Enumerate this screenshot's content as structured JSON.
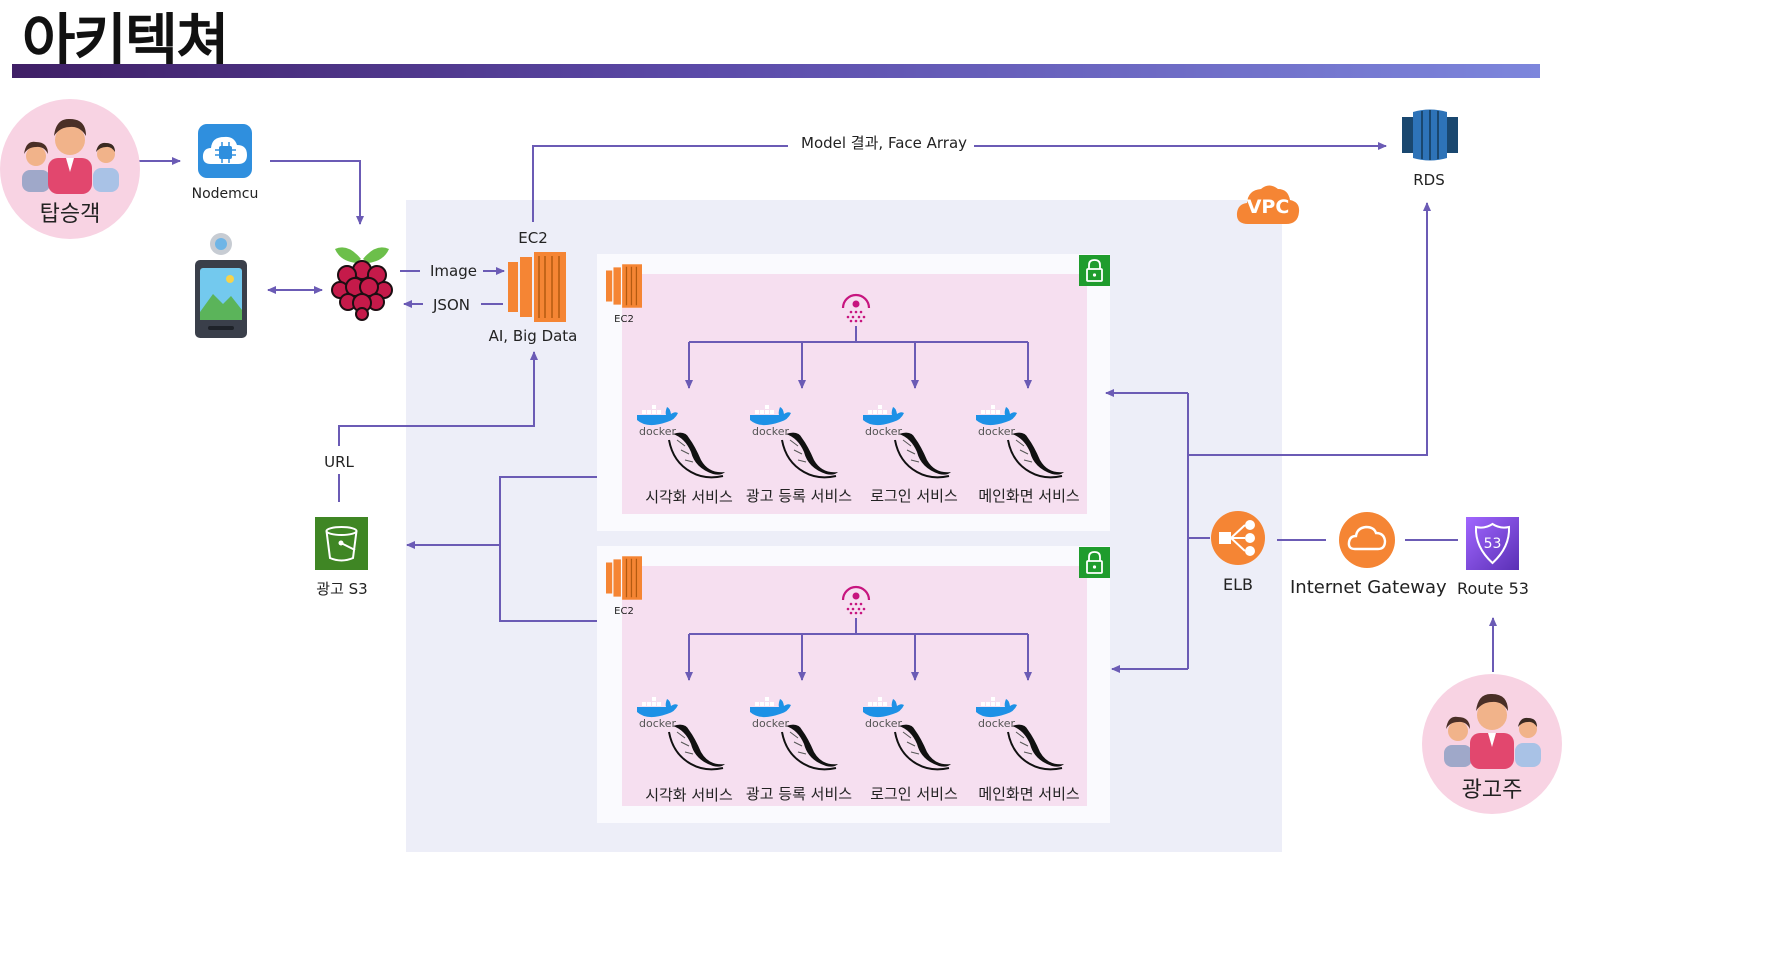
{
  "page": {
    "title": "아키텍쳐"
  },
  "actors": {
    "passenger": "탑승객",
    "advertiser": "광고주"
  },
  "devices": {
    "nodemcu": "Nodemcu"
  },
  "ai_server": {
    "top_label": "EC2",
    "bottom_label": "AI, Big Data",
    "image_arrow": "Image",
    "json_arrow": "JSON"
  },
  "edges": {
    "model_result": "Model 결과, Face Array",
    "url": "URL"
  },
  "storage": {
    "rds": "RDS",
    "s3": "광고 S3"
  },
  "vpc": {
    "badge": "VPC"
  },
  "clusters": [
    {
      "ec2_label": "EC2",
      "services": [
        "시각화 서비스",
        "광고 등록 서비스",
        "로그인 서비스",
        "메인화면 서비스"
      ]
    },
    {
      "ec2_label": "EC2",
      "services": [
        "시각화 서비스",
        "광고 등록 서비스",
        "로그인 서비스",
        "메인화면 서비스"
      ]
    }
  ],
  "docker_word": "docker",
  "network": {
    "elb": "ELB",
    "igw": "Internet Gateway",
    "route53": "Route 53",
    "route53_badge": "53"
  },
  "colors": {
    "arrow": "#6b5bb5",
    "aws_orange": "#f58534",
    "s3_green": "#3f8624",
    "route53_purple": "#8c4fff",
    "rds_blue": "#205b99",
    "nginx_pink": "#c7157f",
    "lock_green": "#1f9c2d"
  },
  "icons": {
    "passenger": "people-group-icon",
    "advertiser": "people-group-icon",
    "nodemcu": "cloud-chip-icon",
    "camera_display": "tablet-camera-icon",
    "raspberry": "raspberry-pi-icon",
    "ec2": "ec2-instance-icon",
    "s3": "s3-bucket-icon",
    "rds": "rds-database-icon",
    "elb": "load-balancer-icon",
    "igw": "cloud-gateway-icon",
    "route53": "route53-shield-icon",
    "lock": "lock-icon",
    "service": "docker-flask-icon",
    "proxy": "nginx-icon"
  }
}
